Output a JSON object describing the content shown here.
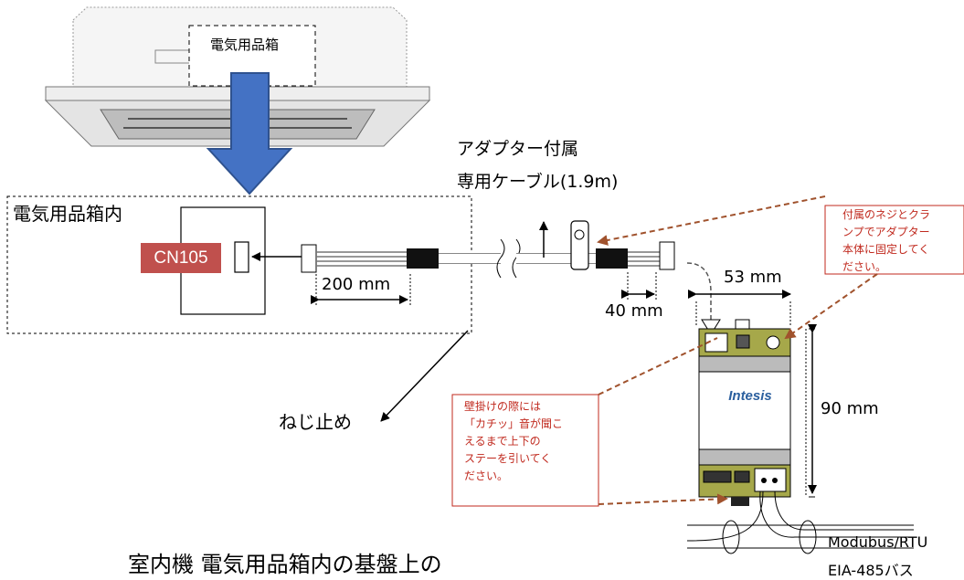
{
  "labels": {
    "ceiling_box": "電気用品箱",
    "ecb_inside": "電気用品箱内",
    "cn105": "CN105",
    "cable_line1": "アダプター付属",
    "cable_line2": "専用ケーブル(1.9m)",
    "dim_200": "200 mm",
    "dim_40": "40 mm",
    "dim_53": "53 mm",
    "dim_90": "90 mm",
    "screw": "ねじ止め",
    "bottom_caption": "室内機 電気用品箱内の基盤上の",
    "bus_line1": "Modubus/RTU",
    "bus_line2": "EIA-485バス",
    "logo": "Intesis"
  },
  "notes": {
    "top_right": "付属のネジとクラ\nンプでアダプター\n本体に固定してく\nださい。",
    "left_mid": "壁掛けの際には\n「カチッ」音が聞こ\nえるまで上下の\nステーを引いてく\nださい。"
  },
  "colors": {
    "arrow_blue": "#4472c4",
    "arrow_blue_border": "#2f528f",
    "note_red": "#c0291e",
    "cn105_bg": "#c0504d",
    "dashed_brown": "#a0522d",
    "device_olive": "#a6a84a",
    "logo_blue": "#2b5f9e"
  }
}
